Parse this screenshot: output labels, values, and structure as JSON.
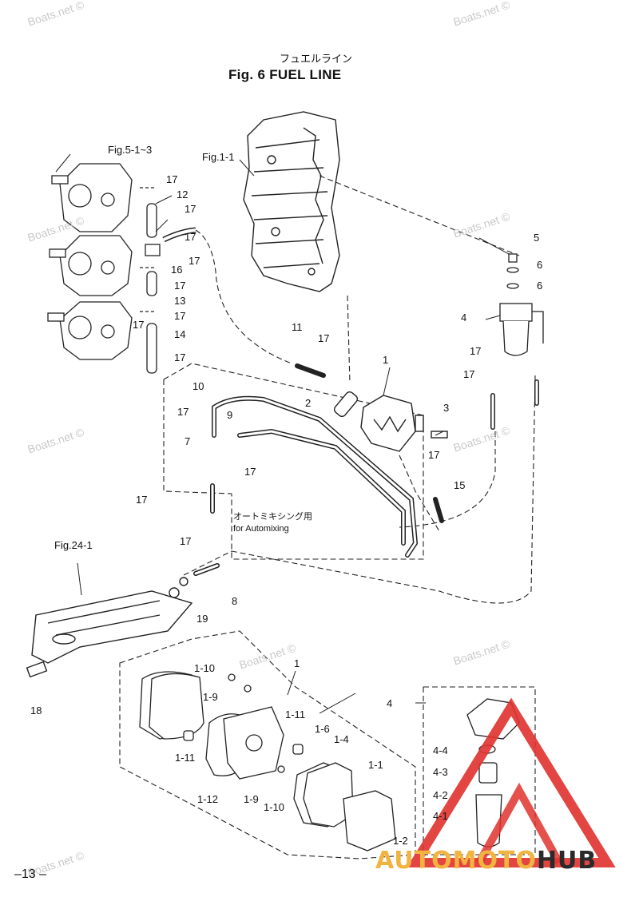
{
  "header": {
    "title_jp": "フュエルライン",
    "title_en": "Fig. 6    FUEL LINE"
  },
  "watermark": "Boats.net ©",
  "references": {
    "fig5": "Fig.5-1~3",
    "fig1": "Fig.1-1",
    "fig24": "Fig.24-1"
  },
  "note": {
    "jp": "オートミキシング用",
    "en": "for Automixing"
  },
  "callouts": [
    "17",
    "12",
    "17",
    "17",
    "16",
    "17",
    "17",
    "13",
    "17",
    "17",
    "14",
    "17",
    "11",
    "17",
    "1",
    "2",
    "3",
    "17",
    "15",
    "5",
    "6",
    "6",
    "4",
    "17",
    "17",
    "10",
    "9",
    "17",
    "7",
    "17",
    "17",
    "17",
    "8",
    "19",
    "18",
    "1",
    "1-10",
    "1-9",
    "1-11",
    "1-6",
    "1-4",
    "1-11",
    "1-12",
    "1-9",
    "1-10",
    "1-1",
    "1-2",
    "4",
    "4-4",
    "4-3",
    "4-2",
    "4-1"
  ],
  "page_number": "–13 –",
  "logo": {
    "part1": "AUTOMOTO",
    "part2": "HUB",
    "accent": "#f2b441",
    "triangle_red": "#e0322d"
  }
}
